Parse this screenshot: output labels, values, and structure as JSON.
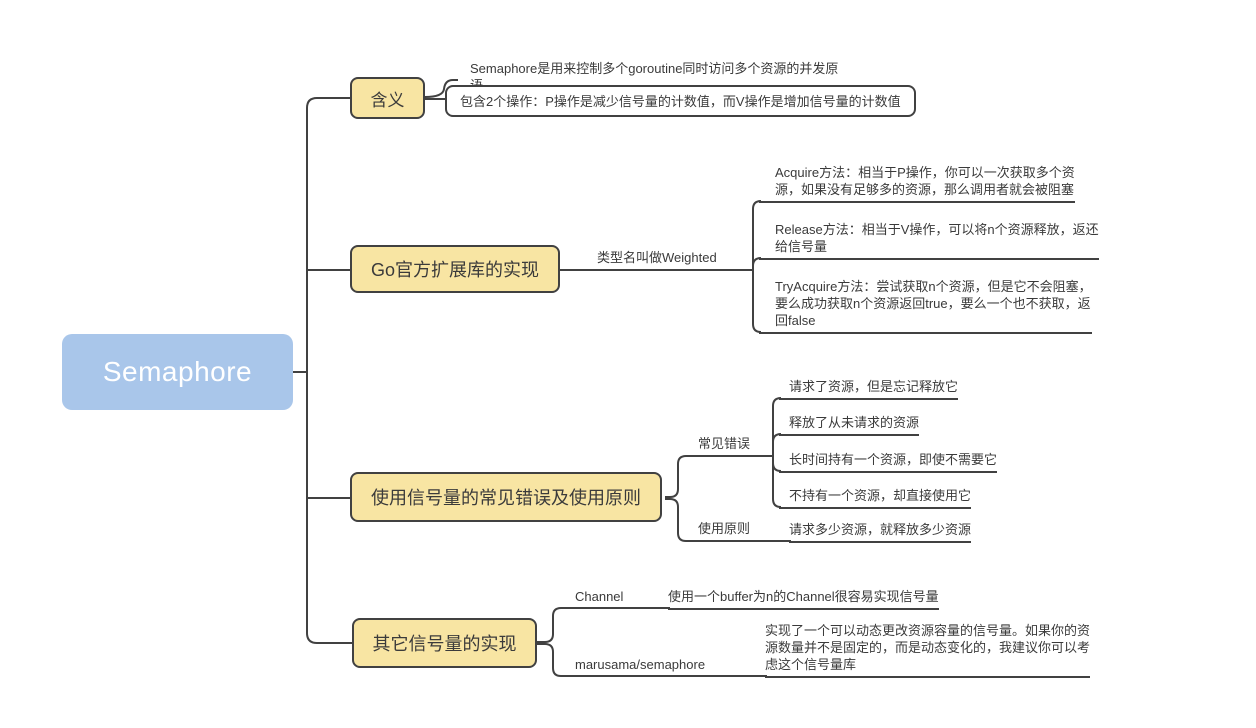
{
  "root": {
    "label": "Semaphore"
  },
  "branches": [
    {
      "topic": "含义",
      "children": [
        {
          "text": "Semaphore是用来控制多个goroutine同时访问多个资源的并发原语"
        },
        {
          "text": "包含2个操作：P操作是减少信号量的计数值，而V操作是增加信号量的计数值"
        }
      ]
    },
    {
      "topic": "Go官方扩展库的实现",
      "label": "类型名叫做Weighted",
      "children": [
        {
          "text": "Acquire方法：相当于P操作，你可以一次获取多个资\n源，如果没有足够多的资源，那么调用者就会被阻塞"
        },
        {
          "text": "Release方法：相当于V操作，可以将n个资源释放，返还\n给信号量"
        },
        {
          "text": "TryAcquire方法：尝试获取n个资源，但是它不会阻塞，\n要么成功获取n个资源返回true，要么一个也不获取，返\n回false"
        }
      ]
    },
    {
      "topic": "使用信号量的常见错误及使用原则",
      "groups": [
        {
          "label": "常见错误",
          "children": [
            "请求了资源，但是忘记释放它",
            "释放了从未请求的资源",
            "长时间持有一个资源，即使不需要它",
            "不持有一个资源，却直接使用它"
          ]
        },
        {
          "label": "使用原则",
          "children": [
            "请求多少资源，就释放多少资源"
          ]
        }
      ]
    },
    {
      "topic": "其它信号量的实现",
      "groups": [
        {
          "label": "Channel",
          "children": [
            "使用一个buffer为n的Channel很容易实现信号量"
          ]
        },
        {
          "label": "marusama/semaphore",
          "children": [
            "实现了一个可以动态更改资源容量的信号量。如果你的资\n源数量并不是固定的，而是动态变化的，我建议你可以考\n虑这个信号量库"
          ]
        }
      ]
    }
  ],
  "colors": {
    "root-bg": "#a9c6ea",
    "topic-bg": "#f8e5a3",
    "line": "#414141"
  }
}
